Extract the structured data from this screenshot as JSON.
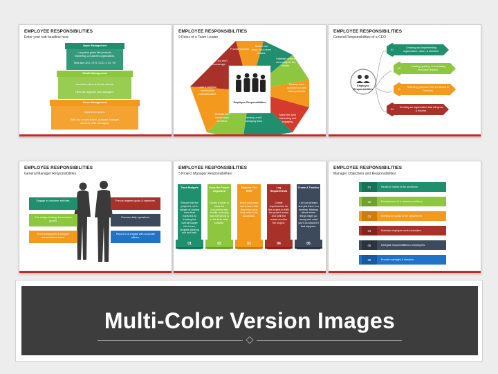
{
  "colors": {
    "green": "#1f8f6d",
    "olive": "#8dc63f",
    "orange": "#f39a1e",
    "red": "#d33b2c",
    "darkred": "#a8322a",
    "navy": "#3d4a5c",
    "blue": "#1f73c9",
    "teal": "#19a79b",
    "brown": "#7a3b25"
  },
  "slides": [
    {
      "title": "EMPLOYEE RESPONSIBILITIES",
      "subtitle": "Enter your sub headline here",
      "levels": [
        {
          "heading": "Upper Management",
          "lines": [
            "Long-term goals like products,",
            "marketing, & business organization.",
            "Titles like CEO, CFO, COO, CTO, VP."
          ]
        },
        {
          "heading": "Middle Management",
          "lines": [
            "Innovates plans and puts actions.",
            "Titles like regional/ plan managers."
          ]
        },
        {
          "heading": "Lower Management",
          "lines": [
            "Implements plans.",
            "Titles like a team leader, assistant manager,",
            "directors, shift managers."
          ]
        }
      ]
    },
    {
      "title": "EMPLOYEE RESPONSIBILITIES",
      "subtitle": "9 Roles of a Team Leader",
      "center": "Employee Responsibilities",
      "roles": [
        "Provide purpose.",
        "Build a star team, not a team of stars.",
        "Establish shared ownership for the results.",
        "Develop team members to their fullest potential.",
        "Make the work interesting and engaging.",
        "Develop a self-managing team.",
        "Motivate and inspire team members.",
        "Lead & facilitate constructive communication.",
        "Mentor, but don't micromanage."
      ]
    },
    {
      "title": "EMPLOYEE RESPONSIBILITIES",
      "subtitle": "General Responsibilities of a CEO",
      "center": "Employee Responsibilities",
      "items": [
        {
          "num": "01",
          "text": "Creating and implementing organization, vision, & direction."
        },
        {
          "num": "02",
          "text": "Leading, guiding, & evaluating executive leaders."
        },
        {
          "num": "03",
          "text": "Soliciting guidance from the Board of Directors."
        },
        {
          "num": "04",
          "text": "Creating an organization that will grow & flourish."
        }
      ]
    },
    {
      "title": "EMPLOYEE RESPONSIBILITIES",
      "subtitle": "General Manager Responsibilities",
      "left": [
        "Engage in customer activities.",
        "The design strategy for business growth.",
        "Enroll employees & delegate administrative tasks."
      ],
      "right": [
        "Pursue targeted goals & objectives.",
        "Oversee daily operations.",
        "Report to & engage with corporate officers."
      ]
    },
    {
      "title": "EMPLOYEE RESPONSIBILITIES",
      "subtitle": "5 Project Manager Responsibilities",
      "columns": [
        {
          "heading": "Track Budgets",
          "body": "Ensure that the project is not in danger of costing more than expected by tracking the overall budget into hours, budgets-tracking rule and task.",
          "num": "01"
        },
        {
          "heading": "Keep the Project Organized",
          "body": "Create a folder or place for documents and emails, ensuring that everything is in the best order possible.",
          "num": "02"
        },
        {
          "heading": "Motivate The Team",
          "body": "Know your team and ensure that they have what they need to be successful.",
          "num": "03"
        },
        {
          "heading": "Log Requirements",
          "body": "Create requirements for the project to fulfill the project scope and fulfill the actual need for the project.",
          "num": "04"
        },
        {
          "heading": "Create A Timeline",
          "body": "List out all tasks and plot them in a timeline, thinking about where things might go wrong and what you'll do about it if that happens.",
          "num": "05"
        }
      ]
    },
    {
      "title": "EMPLOYEE RESPONSIBILITIES",
      "subtitle": "Manager Objectives and Responsibilities",
      "items": [
        {
          "num": "01",
          "text": "Health & Safety of the workforce."
        },
        {
          "num": "02",
          "text": "Development of a superior workforce."
        },
        {
          "num": "03",
          "text": "Meeting the goals of the department."
        },
        {
          "num": "04",
          "text": "Maintain employee work schedules."
        },
        {
          "num": "05",
          "text": "Delegate responsibilities to employees."
        },
        {
          "num": "06",
          "text": "Provide oversight & direction."
        }
      ]
    }
  ],
  "banner": {
    "text": "Multi-Color Version Images"
  }
}
